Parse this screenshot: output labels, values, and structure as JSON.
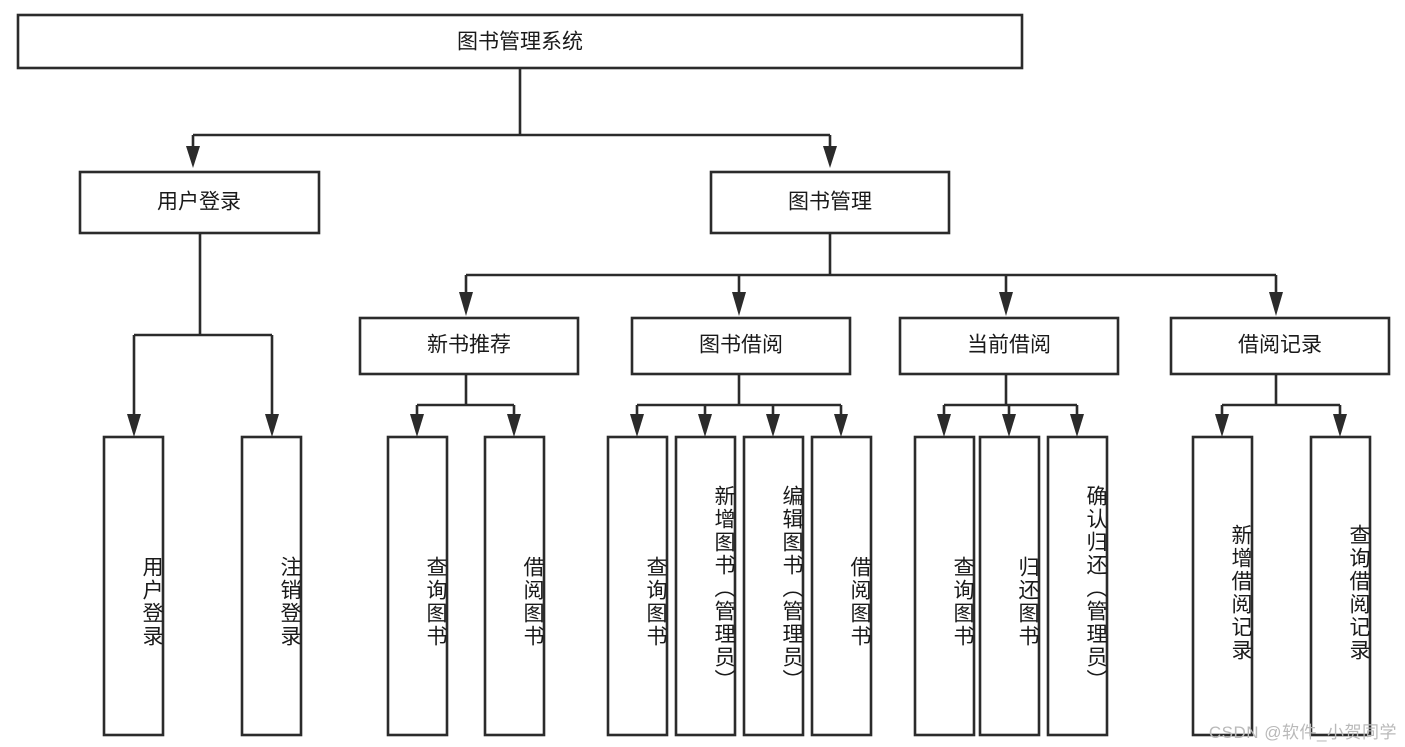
{
  "diagram": {
    "type": "tree",
    "title": "图书管理系统",
    "orientation": "top-down",
    "levels": 4,
    "colors": {
      "stroke": "#2b2b2b",
      "fill": "#ffffff",
      "text": "#1a1a1a",
      "watermark": "#b9b9b9"
    },
    "root": {
      "label": "图书管理系统"
    },
    "level2": [
      {
        "label": "用户登录"
      },
      {
        "label": "图书管理"
      }
    ],
    "level3": [
      {
        "label": "新书推荐"
      },
      {
        "label": "图书借阅"
      },
      {
        "label": "当前借阅"
      },
      {
        "label": "借阅记录"
      }
    ],
    "leaves": {
      "user_login": [
        {
          "label": "用户登录"
        },
        {
          "label": "注销登录"
        }
      ],
      "new_book_recommend": [
        {
          "label": "查询图书"
        },
        {
          "label": "借阅图书"
        }
      ],
      "book_borrow": [
        {
          "label": "查询图书"
        },
        {
          "label": "新增图书（管理员）"
        },
        {
          "label": "编辑图书（管理员）"
        },
        {
          "label": "借阅图书"
        }
      ],
      "current_borrow": [
        {
          "label": "查询图书"
        },
        {
          "label": "归还图书"
        },
        {
          "label": "确认归还（管理员）"
        }
      ],
      "borrow_record": [
        {
          "label": "新增借阅记录"
        },
        {
          "label": "查询借阅记录"
        }
      ]
    },
    "watermark": "CSDN @软件_小贺同学"
  }
}
